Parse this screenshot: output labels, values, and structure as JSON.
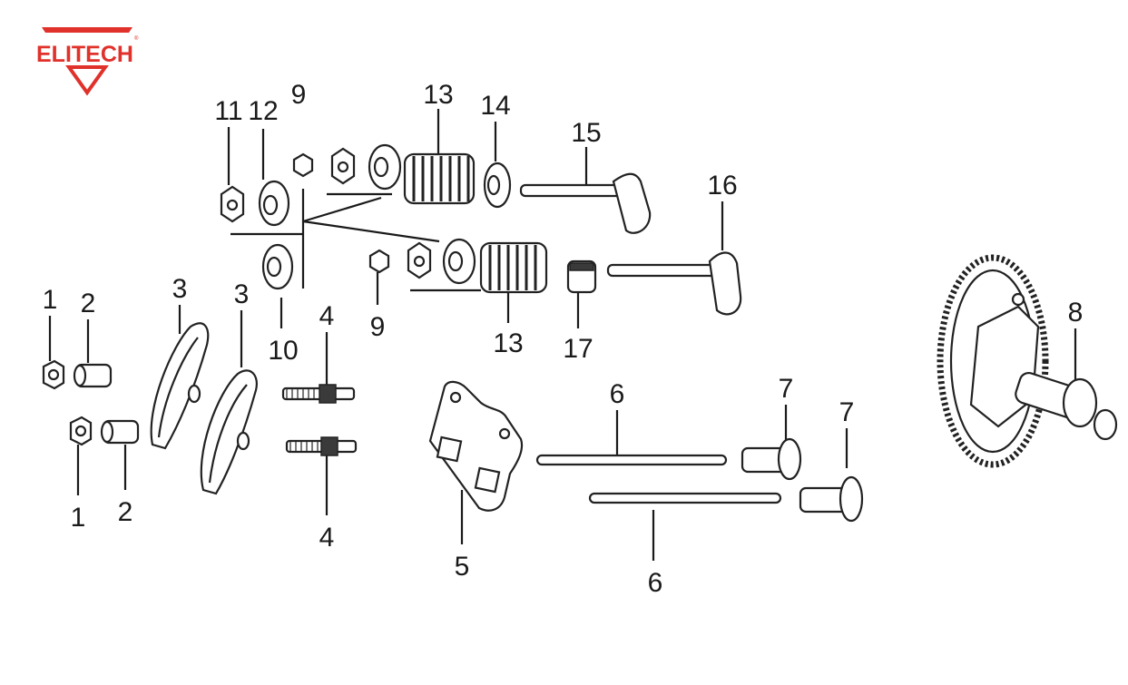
{
  "brand": {
    "name": "ELITECH",
    "trademark": "®",
    "color": "#e0312b"
  },
  "diagram": {
    "type": "exploded-parts-view",
    "callouts": [
      {
        "id": "c1a",
        "label": "1"
      },
      {
        "id": "c1b",
        "label": "1"
      },
      {
        "id": "c2a",
        "label": "2"
      },
      {
        "id": "c2b",
        "label": "2"
      },
      {
        "id": "c3a",
        "label": "3"
      },
      {
        "id": "c3b",
        "label": "3"
      },
      {
        "id": "c4a",
        "label": "4"
      },
      {
        "id": "c4b",
        "label": "4"
      },
      {
        "id": "c5",
        "label": "5"
      },
      {
        "id": "c6a",
        "label": "6"
      },
      {
        "id": "c6b",
        "label": "6"
      },
      {
        "id": "c7a",
        "label": "7"
      },
      {
        "id": "c7b",
        "label": "7"
      },
      {
        "id": "c8",
        "label": "8"
      },
      {
        "id": "c9a",
        "label": "9"
      },
      {
        "id": "c9b",
        "label": "9"
      },
      {
        "id": "c10",
        "label": "10"
      },
      {
        "id": "c11",
        "label": "11"
      },
      {
        "id": "c12",
        "label": "12"
      },
      {
        "id": "c13a",
        "label": "13"
      },
      {
        "id": "c13b",
        "label": "13"
      },
      {
        "id": "c14",
        "label": "14"
      },
      {
        "id": "c15",
        "label": "15"
      },
      {
        "id": "c16",
        "label": "16"
      },
      {
        "id": "c17",
        "label": "17"
      }
    ]
  }
}
